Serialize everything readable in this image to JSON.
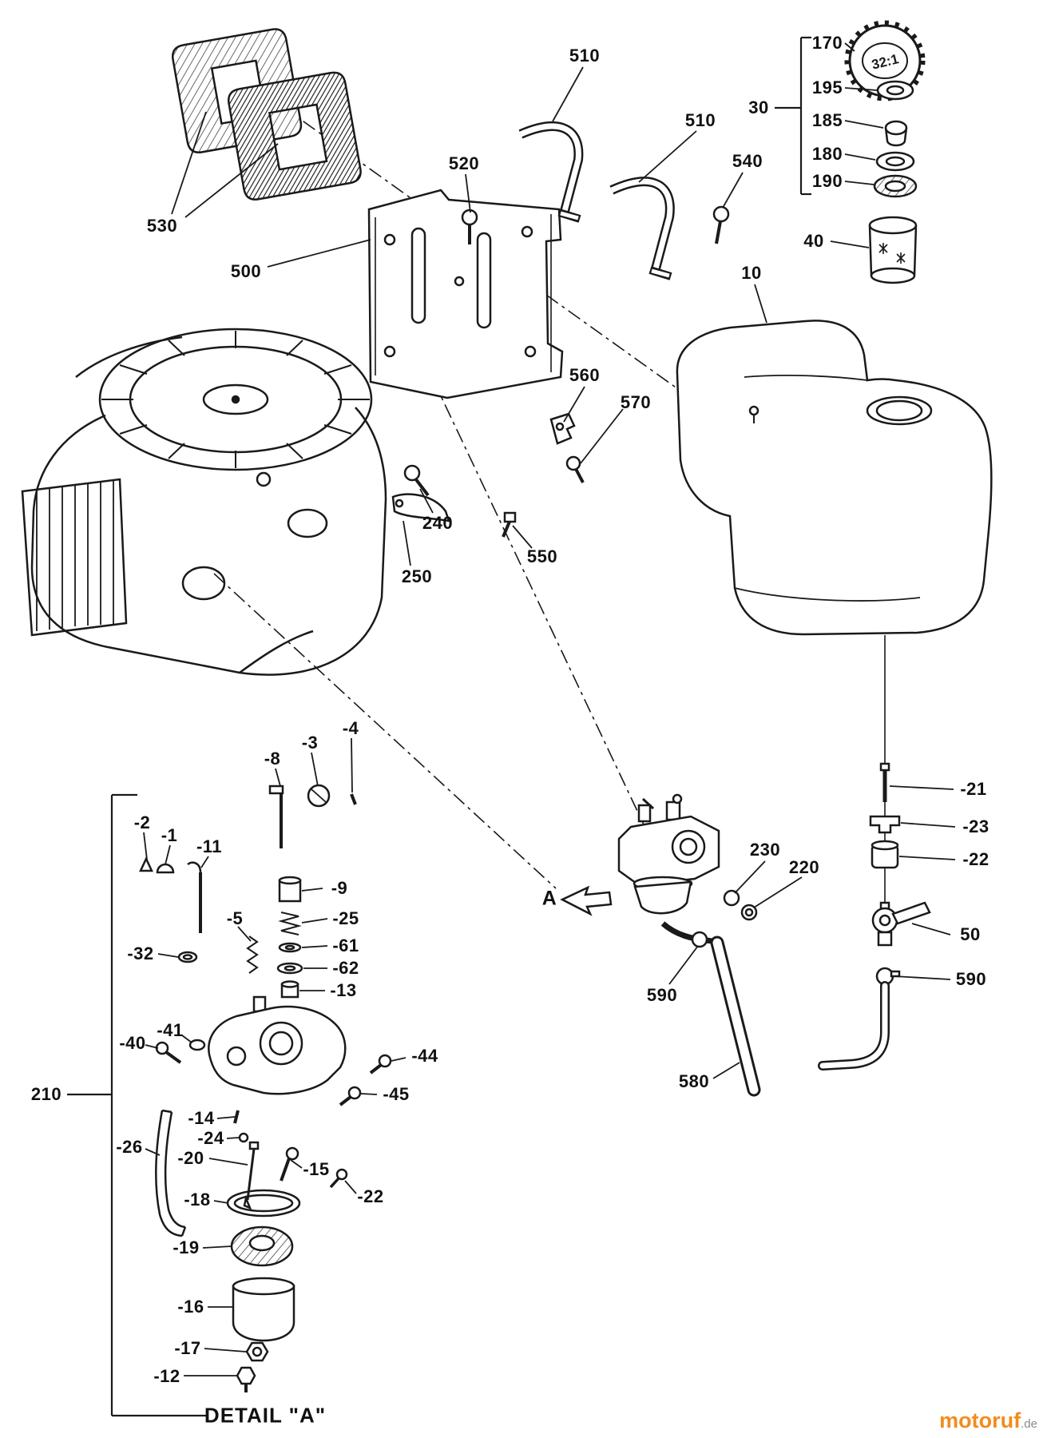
{
  "page": {
    "background": "#ffffff",
    "line_color": "#1a1a1a"
  },
  "watermark": {
    "brand": "motoruf",
    "suffix": ".de",
    "brand_color": "#f28c1e",
    "suffix_color": "#8a8a8a"
  },
  "detail_caption": "DETAIL \"A\"",
  "cap_text": "32:1",
  "labels": {
    "l530": "530",
    "l500": "500",
    "l520": "520",
    "l510a": "510",
    "l510b": "510",
    "l540": "540",
    "l30": "30",
    "l170": "170",
    "l195": "195",
    "l185": "185",
    "l180": "180",
    "l190": "190",
    "l40": "40",
    "l10": "10",
    "l560": "560",
    "l570": "570",
    "l240": "240",
    "l250": "250",
    "l550": "550",
    "l21": "-21",
    "l23": "-23",
    "l22": "-22",
    "l50": "50",
    "l590a": "590",
    "l590b": "590",
    "l230": "230",
    "l220": "220",
    "lA": "A",
    "l580": "580",
    "l210": "210",
    "d8": "-8",
    "d3": "-3",
    "d4": "-4",
    "d2": "-2",
    "d1": "-1",
    "d11": "-11",
    "d9": "-9",
    "d25": "-25",
    "d61": "-61",
    "d62": "-62",
    "d13": "-13",
    "d5": "-5",
    "d32": "-32",
    "d40": "-40",
    "d41": "-41",
    "d44": "-44",
    "d45": "-45",
    "d14": "-14",
    "d24": "-24",
    "d20": "-20",
    "d26": "-26",
    "d15": "-15",
    "d22": "-22",
    "d18": "-18",
    "d19": "-19",
    "d16": "-16",
    "d17": "-17",
    "d12": "-12"
  }
}
